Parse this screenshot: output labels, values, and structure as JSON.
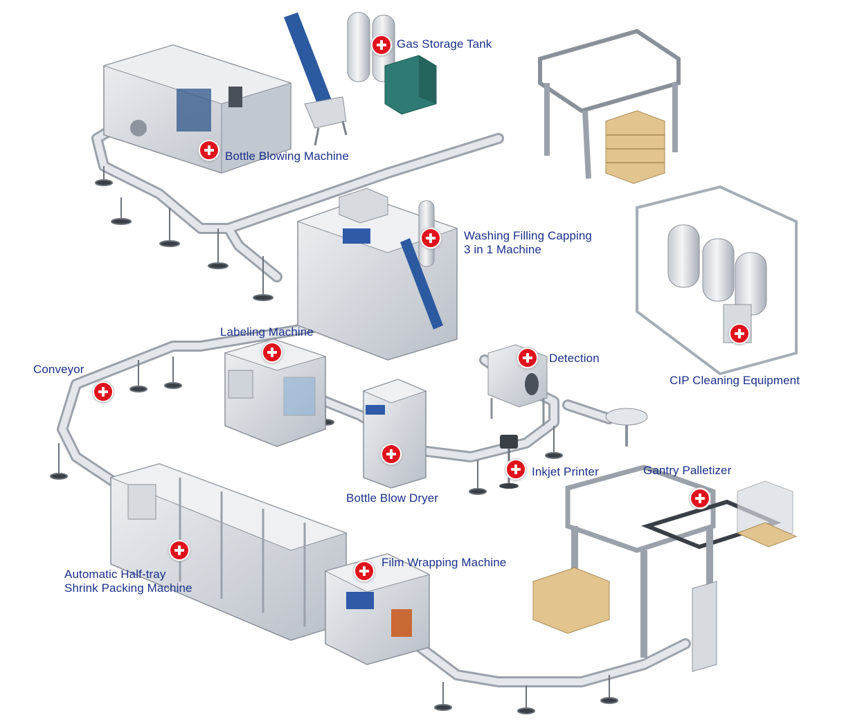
{
  "colors": {
    "label": "#1a2f8a",
    "hotspot": "#e1121c",
    "machine_body": "#d9dde2",
    "machine_shade": "#aeb4bc",
    "conveyor": "#c7ccd2",
    "accent_blue": "#2e5aa8",
    "pallet_wood": "#e2c48f",
    "teal_unit": "#2f7a72"
  },
  "labels": {
    "gas_storage_tank": "Gas Storage Tank",
    "bottle_blowing_machine": "Bottle Blowing Machine",
    "washing_filling_capping_line1": "Washing Filling Capping",
    "washing_filling_capping_line2": "3 in 1 Machine",
    "labeling_machine": "Labeling Machine",
    "conveyor": "Conveyor",
    "detection": "Detection",
    "cip_cleaning_equipment": "CIP Cleaning Equipment",
    "inkjet_printer": "Inkjet Printer",
    "gantry_palletizer": "Gantry Palletizer",
    "bottle_blow_dryer": "Bottle Blow Dryer",
    "film_wrapping_machine": "Film Wrapping Machine",
    "half_tray_line1": "Automatic Half-tray",
    "half_tray_line2": "Shrink Packing Machine"
  },
  "hotspot_icon": "plus-circle-icon"
}
